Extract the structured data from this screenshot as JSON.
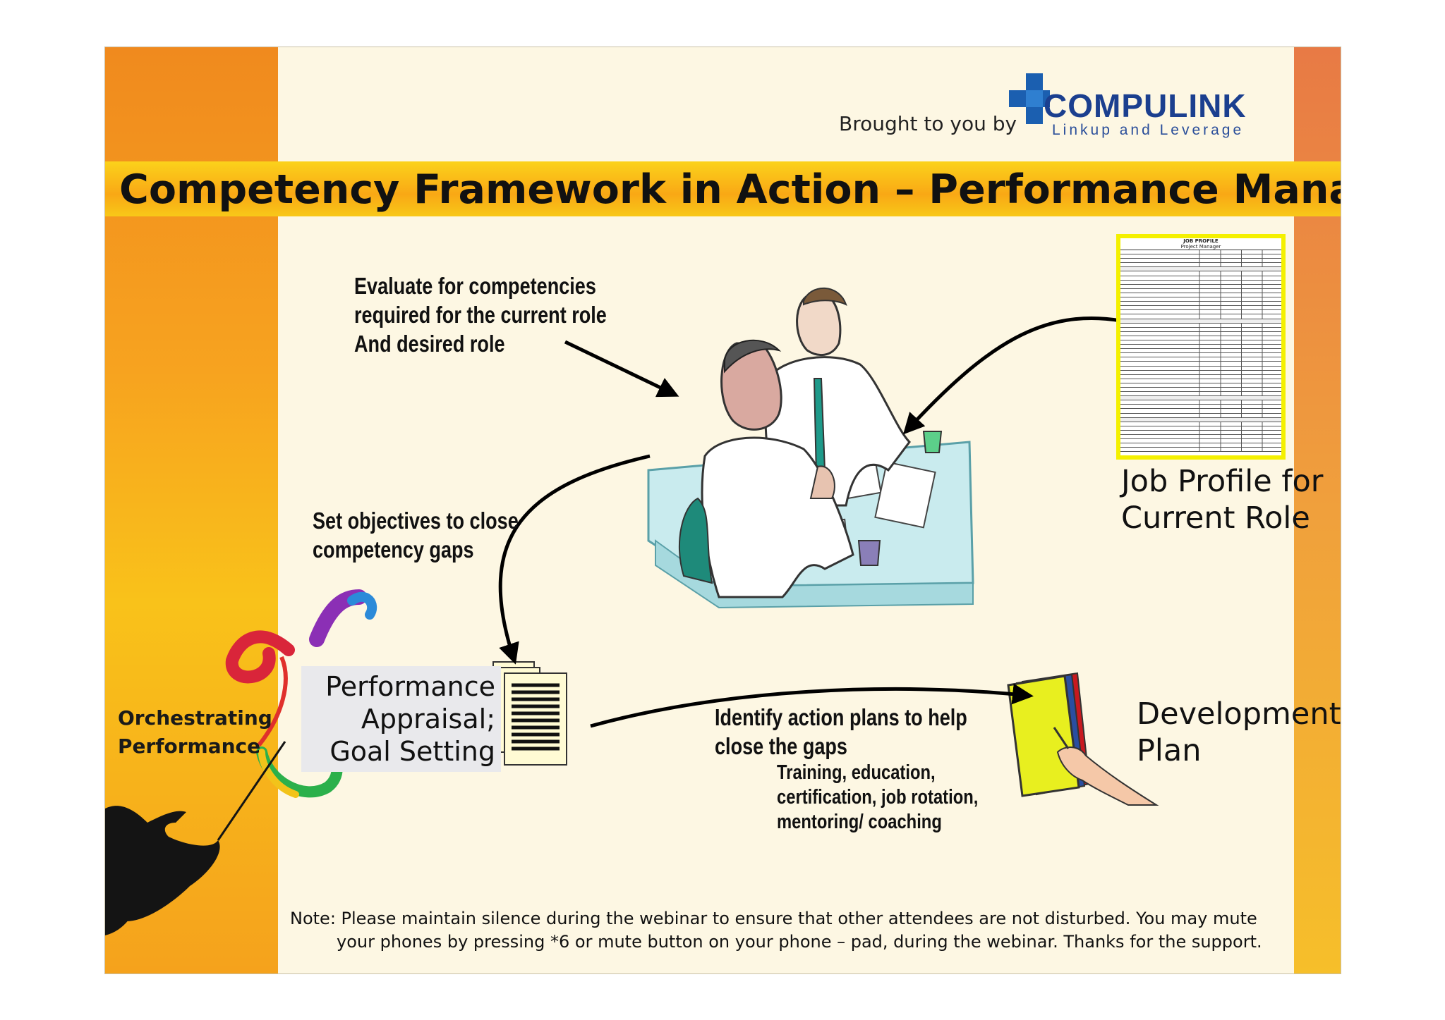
{
  "header": {
    "brought_by": "Brought to you by",
    "logo_name": "COMPULINK",
    "logo_tagline": "Linkup and Leverage"
  },
  "slide_title": "Competency Framework in Action – Performance Management",
  "sidebar": {
    "label_line1": "Orchestrating",
    "label_line2": "Performance"
  },
  "steps": {
    "evaluate": [
      "Evaluate for competencies",
      "required for the current role",
      "And desired role"
    ],
    "set_objectives": [
      "Set objectives to close",
      "competency gaps"
    ],
    "identify": [
      "Identify action plans to help",
      "close the gaps"
    ],
    "training": [
      "Training, education,",
      "certification, job rotation,",
      "mentoring/ coaching"
    ]
  },
  "job_profile": {
    "caption_line1": "Job Profile for",
    "caption_line2": "Current Role",
    "form_title": "JOB PROFILE",
    "form_subtitle": "Project Manager"
  },
  "appraisal": [
    "Performance",
    "Appraisal;",
    "Goal Setting"
  ],
  "development_plan": [
    "Development",
    "Plan"
  ],
  "note": {
    "line1": "Note: Please maintain silence during the webinar to ensure that other attendees are not disturbed. You may mute",
    "line2": "your phones by pressing *6 or mute button on your phone – pad, during the webinar. Thanks for the support."
  },
  "colors": {
    "orange_strip": "#f08a1e",
    "title_band": "#f9a815",
    "logo_blue": "#1b5fb0",
    "slide_bg": "#fdf7e3",
    "form_border": "#f4f000"
  }
}
